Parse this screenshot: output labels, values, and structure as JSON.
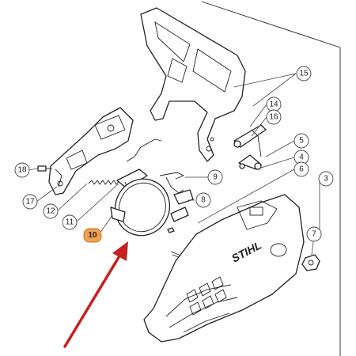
{
  "diagram": {
    "brand_text": "STIHL",
    "callouts": {
      "c3": "3",
      "c4": "4",
      "c5": "5",
      "c6": "6",
      "c7": "7",
      "c8": "8",
      "c9": "9",
      "c10": "10",
      "c11": "11",
      "c12": "12",
      "c14": "14",
      "c15": "15",
      "c16": "16",
      "c17": "17",
      "c18": "18"
    },
    "highlight": {
      "callout": "10",
      "callout_color": "#f0a050",
      "arrow_color": "#c62020"
    }
  }
}
